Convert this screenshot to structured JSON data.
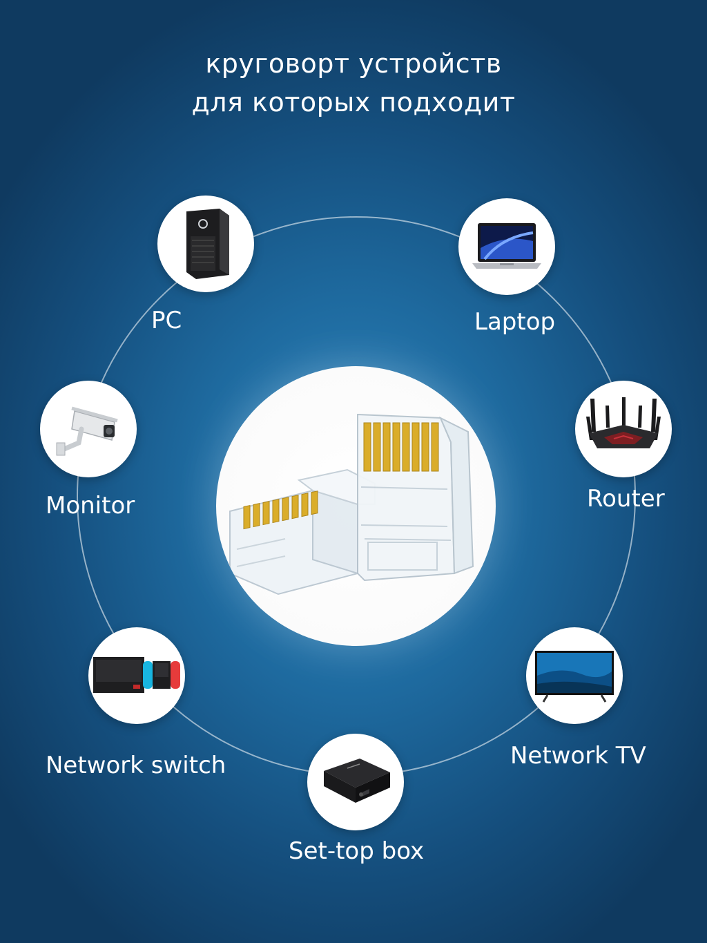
{
  "heading": {
    "line1": "круговорт устройств",
    "line2": "для которых подходит"
  },
  "center_product": {
    "icon": "rj45-connector-icon",
    "accent": "#d9a91f"
  },
  "devices": [
    {
      "label": "PC",
      "icon": "desktop-tower-icon"
    },
    {
      "label": "Laptop",
      "icon": "laptop-icon"
    },
    {
      "label": "Monitor",
      "icon": "security-camera-icon"
    },
    {
      "label": "Router",
      "icon": "router-icon"
    },
    {
      "label": "Network switch",
      "icon": "game-console-icon"
    },
    {
      "label": "Network TV",
      "icon": "tv-icon"
    },
    {
      "label": "Set-top box",
      "icon": "set-top-box-icon"
    }
  ]
}
